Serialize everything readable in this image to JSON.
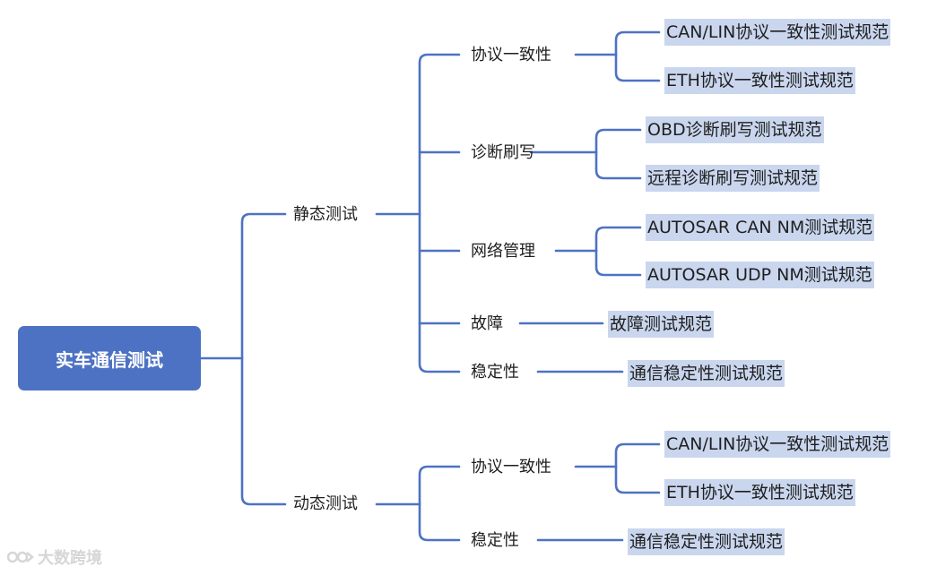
{
  "root": "实车通信测试",
  "static": {
    "label": "静态测试",
    "children": [
      {
        "label": "协议一致性",
        "leaves": [
          "CAN/LIN协议一致性测试规范",
          "ETH协议一致性测试规范"
        ]
      },
      {
        "label": "诊断刷写",
        "leaves": [
          "OBD诊断刷写测试规范",
          "远程诊断刷写测试规范"
        ]
      },
      {
        "label": "网络管理",
        "leaves": [
          "AUTOSAR CAN NM测试规范",
          "AUTOSAR UDP NM测试规范"
        ]
      },
      {
        "label": "故障",
        "leaves": [
          "故障测试规范"
        ]
      },
      {
        "label": "稳定性",
        "leaves": [
          "通信稳定性测试规范"
        ]
      }
    ]
  },
  "dynamic": {
    "label": "动态测试",
    "children": [
      {
        "label": "协议一致性",
        "leaves": [
          "CAN/LIN协议一致性测试规范",
          "ETH协议一致性测试规范"
        ]
      },
      {
        "label": "稳定性",
        "leaves": [
          "通信稳定性测试规范"
        ]
      }
    ]
  },
  "watermark": "大数跨境",
  "colors": {
    "connector": "#4e72c3",
    "root_bg": "#4e72c3",
    "leaf_bg": "#c9d6ee"
  }
}
